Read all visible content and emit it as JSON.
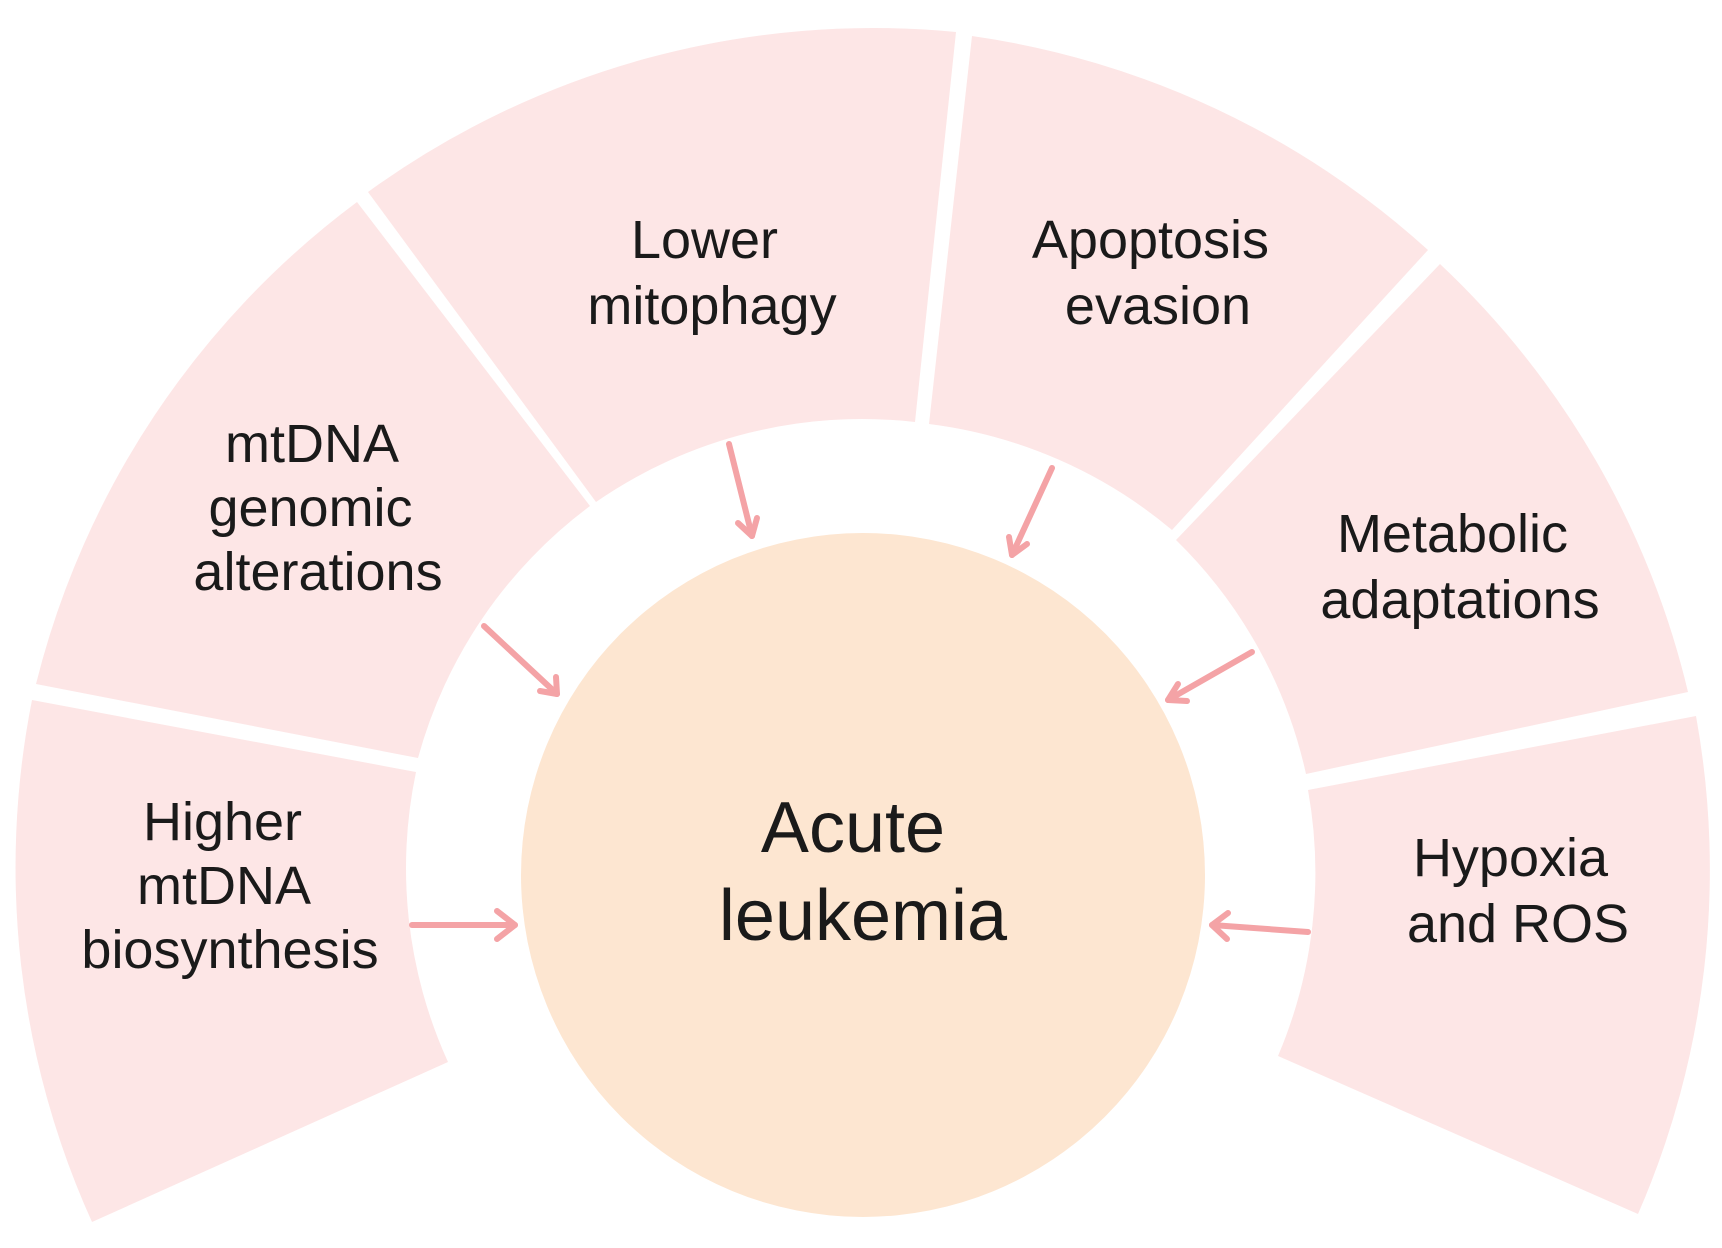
{
  "center": {
    "line1": "Acute",
    "line2": "leukemia",
    "color": "#FDE6D1"
  },
  "sector_color": "#FDE6E6",
  "arrow_color": "#F4A3A6",
  "sectors": [
    {
      "id": "mtdna-biosynthesis",
      "lines": [
        "Higher",
        "mtDNA",
        "biosynthesis"
      ]
    },
    {
      "id": "mtdna-alterations",
      "lines": [
        "mtDNA",
        "genomic",
        "alterations"
      ]
    },
    {
      "id": "mitophagy",
      "lines": [
        "Lower",
        "mitophagy"
      ]
    },
    {
      "id": "apoptosis",
      "lines": [
        "Apoptosis",
        "evasion"
      ]
    },
    {
      "id": "metabolic",
      "lines": [
        "Metabolic",
        "adaptations"
      ]
    },
    {
      "id": "hypoxia",
      "lines": [
        "Hypoxia",
        "and ROS"
      ]
    }
  ]
}
